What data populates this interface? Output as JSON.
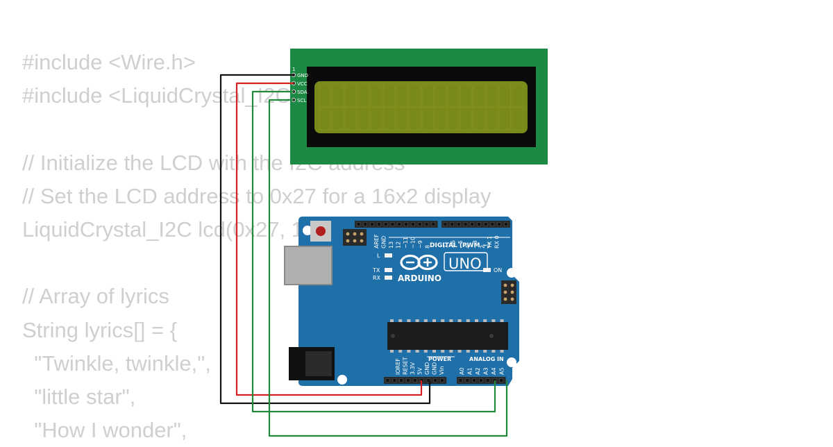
{
  "code_lines": [
    "#include <Wire.h>",
    "#include <LiquidCrystal_I2C.h>",
    "",
    "// Initialize the LCD with the I2C address",
    "// Set the LCD address to 0x27 for a 16x2 display",
    "LiquidCrystal_I2C lcd(0x27, 16, 2);",
    "",
    "// Array of lyrics",
    "String lyrics[] = {",
    "  \"Twinkle, twinkle,\",",
    "  \"little star\",",
    "  \"How I wonder\","
  ],
  "lcd": {
    "pin_one_marker": "1",
    "pins": [
      "GND",
      "VCC",
      "SDA",
      "SCL"
    ]
  },
  "arduino": {
    "brand": "ARDUINO",
    "model": "UNO",
    "on_label": "ON",
    "l_label": "L",
    "tx_label": "TX",
    "rx_label": "RX",
    "digital_label": "DIGITAL (PWM ~)",
    "power_label": "POWER",
    "analog_label": "ANALOG IN",
    "top_pins_left": [
      "AREF",
      "GND",
      "13",
      "12",
      "~11",
      "~10",
      "~9",
      "8"
    ],
    "top_pins_right": [
      "7",
      "~6",
      "~5",
      "4",
      "~3",
      "2",
      "TX 1",
      "RX 0"
    ],
    "power_pins": [
      "IOREF",
      "RESET",
      "3.3V",
      "5V",
      "GND",
      "GND",
      "Vin"
    ],
    "analog_pins": [
      "A0",
      "A1",
      "A2",
      "A3",
      "A4",
      "A5"
    ]
  },
  "wires": {
    "gnd_color": "#111111",
    "vcc_color": "#d42020",
    "sda_color": "#1f8a3a",
    "scl_color": "#1f8a3a"
  },
  "colors": {
    "lcd_pcb": "#1c8a44",
    "lcd_screen": "#7a8a1a",
    "board": "#1f6fa8"
  }
}
